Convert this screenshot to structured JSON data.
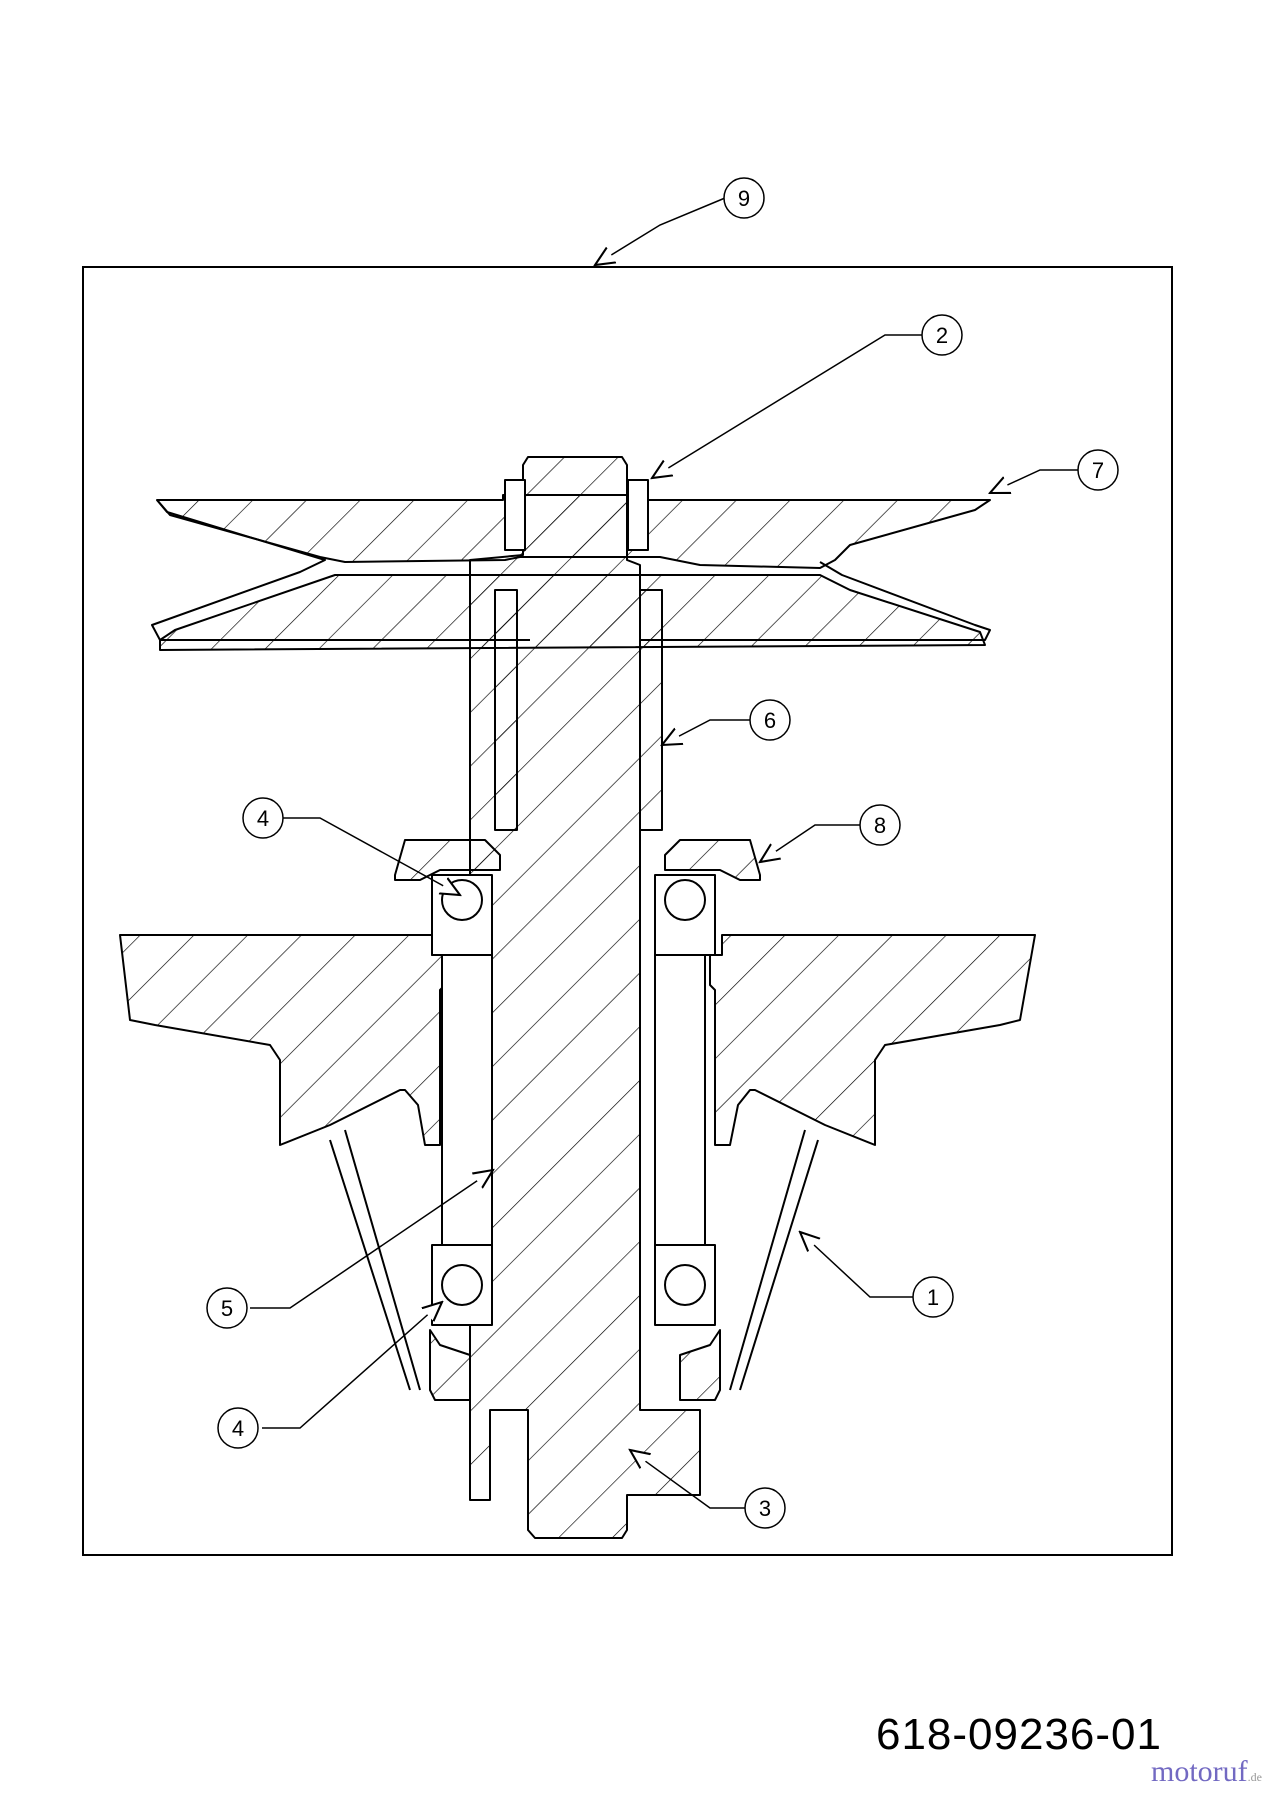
{
  "callouts": [
    "1",
    "2",
    "3",
    "4",
    "4",
    "5",
    "6",
    "7",
    "8",
    "9"
  ],
  "part_number": "618-09236-01",
  "watermark": "motoruf",
  "watermark_suffix": ".de"
}
